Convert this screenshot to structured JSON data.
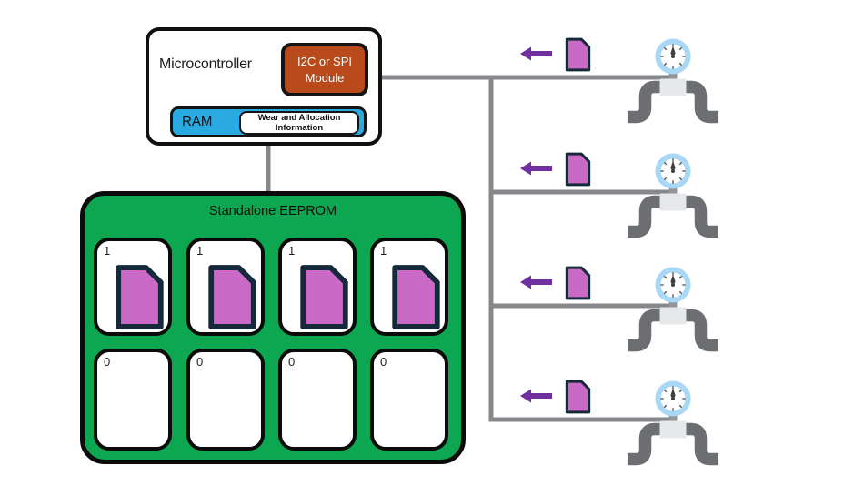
{
  "microcontroller": {
    "label": "Microcontroller",
    "i2c_module": {
      "label": "I2C or SPI Module"
    },
    "ram": {
      "label": "RAM",
      "wear_info": {
        "label": "Wear and Allocation Information"
      }
    }
  },
  "eeprom": {
    "title": "Standalone EEPROM",
    "cells": [
      {
        "bit": "1",
        "has_file": true
      },
      {
        "bit": "1",
        "has_file": true
      },
      {
        "bit": "1",
        "has_file": true
      },
      {
        "bit": "1",
        "has_file": true
      },
      {
        "bit": "0",
        "has_file": false
      },
      {
        "bit": "0",
        "has_file": false
      },
      {
        "bit": "0",
        "has_file": false
      },
      {
        "bit": "0",
        "has_file": false
      }
    ]
  },
  "sensors": {
    "count": 4,
    "icon": "pressure-gauge-on-pipe",
    "transfer_icon": "file-icon",
    "arrow_direction": "left"
  },
  "colors": {
    "eeprom_green": "#0EA751",
    "file_magenta": "#CB69C6",
    "file_border_navy": "#15293A",
    "arrow_purple": "#7030A0",
    "ram_blue": "#29ABE2",
    "module_orange": "#B84A1B",
    "wire_gray": "#87888B",
    "pipe_gray": "#6D6E71",
    "gauge_ring_blue": "#A9D8F7",
    "valve_light_gray": "#E7E8E9"
  }
}
